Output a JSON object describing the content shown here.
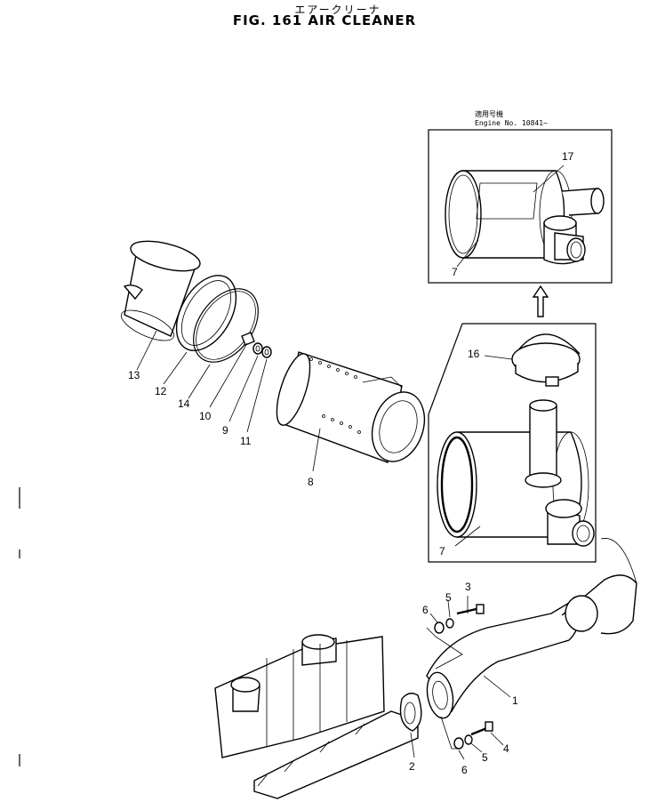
{
  "title": {
    "japanese": "エアークリーナ",
    "english": "FIG. 161  AIR CLEANER"
  },
  "inset_note": {
    "line1": "適用号機",
    "line2": "Engine  No. 10841~"
  },
  "callouts": [
    {
      "id": "c1",
      "label": "1"
    },
    {
      "id": "c2",
      "label": "2"
    },
    {
      "id": "c3",
      "label": "3"
    },
    {
      "id": "c4",
      "label": "4"
    },
    {
      "id": "c5a",
      "label": "5"
    },
    {
      "id": "c5b",
      "label": "5"
    },
    {
      "id": "c6a",
      "label": "6"
    },
    {
      "id": "c6b",
      "label": "6"
    },
    {
      "id": "c7a",
      "label": "7"
    },
    {
      "id": "c7b",
      "label": "7"
    },
    {
      "id": "c8",
      "label": "8"
    },
    {
      "id": "c9",
      "label": "9"
    },
    {
      "id": "c10",
      "label": "10"
    },
    {
      "id": "c11",
      "label": "11"
    },
    {
      "id": "c12",
      "label": "12"
    },
    {
      "id": "c13",
      "label": "13"
    },
    {
      "id": "c14",
      "label": "14"
    },
    {
      "id": "c16",
      "label": "16"
    },
    {
      "id": "c17",
      "label": "17"
    }
  ]
}
